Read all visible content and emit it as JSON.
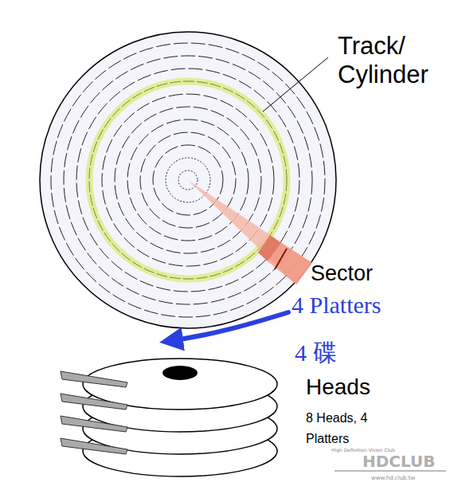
{
  "diagram": {
    "labels": [
      "Track/ Cylinder",
      "Sector",
      "4 Platters",
      "4 碟",
      "Heads",
      "8 Heads, 4 Platters",
      "HDCLUB",
      "High Definition Vision Club",
      "www.hd.club.tw"
    ]
  }
}
